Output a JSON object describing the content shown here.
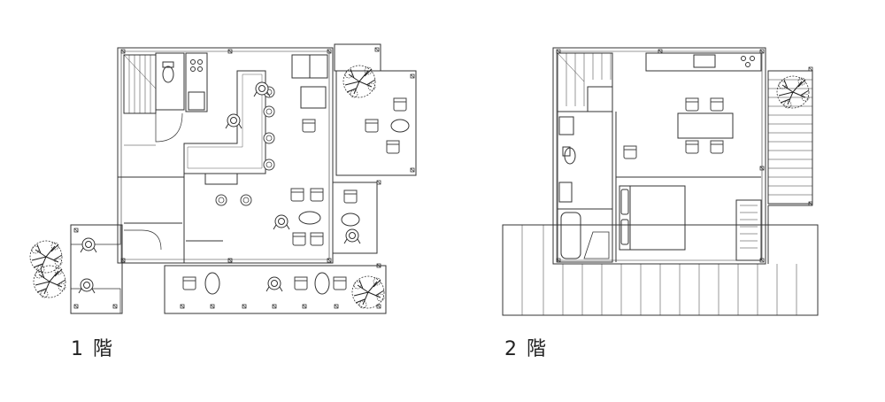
{
  "floors": [
    {
      "id": "1f",
      "label": "1 階"
    },
    {
      "id": "2f",
      "label": "2 階"
    }
  ]
}
